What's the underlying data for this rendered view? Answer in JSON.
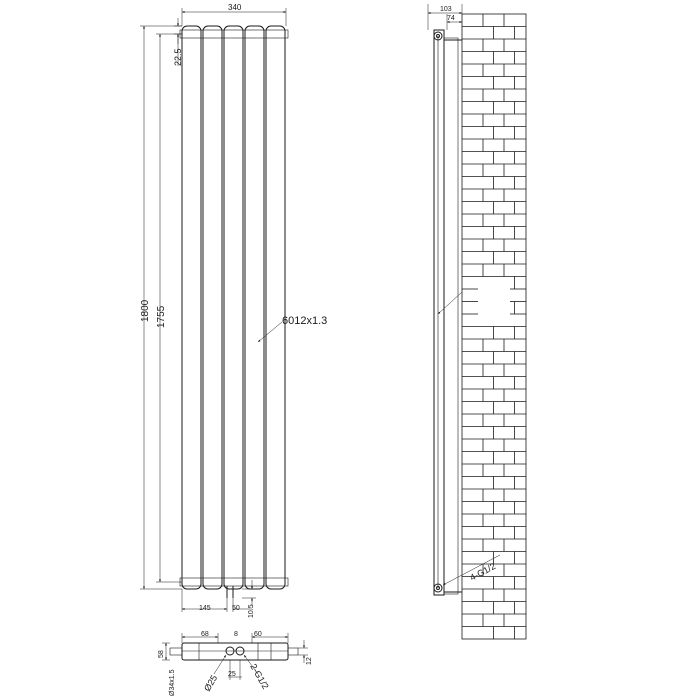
{
  "front_view": {
    "overall_width": "340",
    "total_height": "1800",
    "centre_height": "1755",
    "top_offset": "22.5",
    "panel_spec": "6012x1.3",
    "left_offset": "145",
    "valve_spacing": "50",
    "bottom_offset": "10.5"
  },
  "side_view": {
    "overall_depth": "103",
    "bracket_depth": "74",
    "connections": "4-G1/2"
  },
  "bottom_view": {
    "left_gap": "68",
    "centre_gap": "8",
    "right_gap": "60",
    "depth": "58",
    "tube": "Ø34x1.5",
    "pipe_dia": "Ø25",
    "connection": "2-G1/2",
    "pitch": "25",
    "offset": "12"
  }
}
